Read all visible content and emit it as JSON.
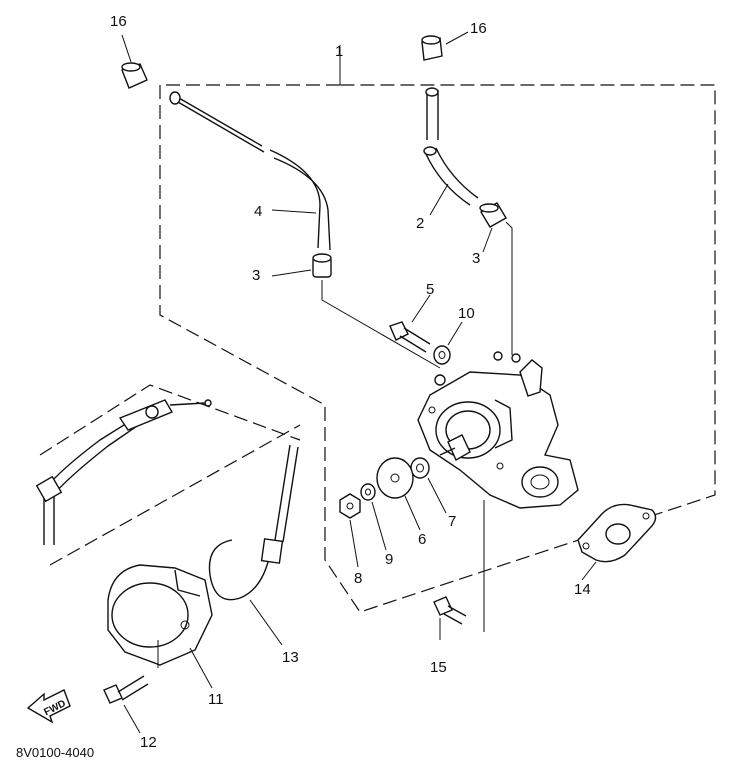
{
  "labels": {
    "p1": "1",
    "p2": "2",
    "p3a": "3",
    "p3b": "3",
    "p4": "4",
    "p5": "5",
    "p6": "6",
    "p7": "7",
    "p8": "8",
    "p9": "9",
    "p10": "10",
    "p11": "11",
    "p12": "12",
    "p13": "13",
    "p14": "14",
    "p15": "15",
    "p16a": "16",
    "p16b": "16"
  },
  "fwd_label": "FWD",
  "diagram_code": "8V0100-4040",
  "colors": {
    "ink": "#111111",
    "paper": "#ffffff"
  }
}
